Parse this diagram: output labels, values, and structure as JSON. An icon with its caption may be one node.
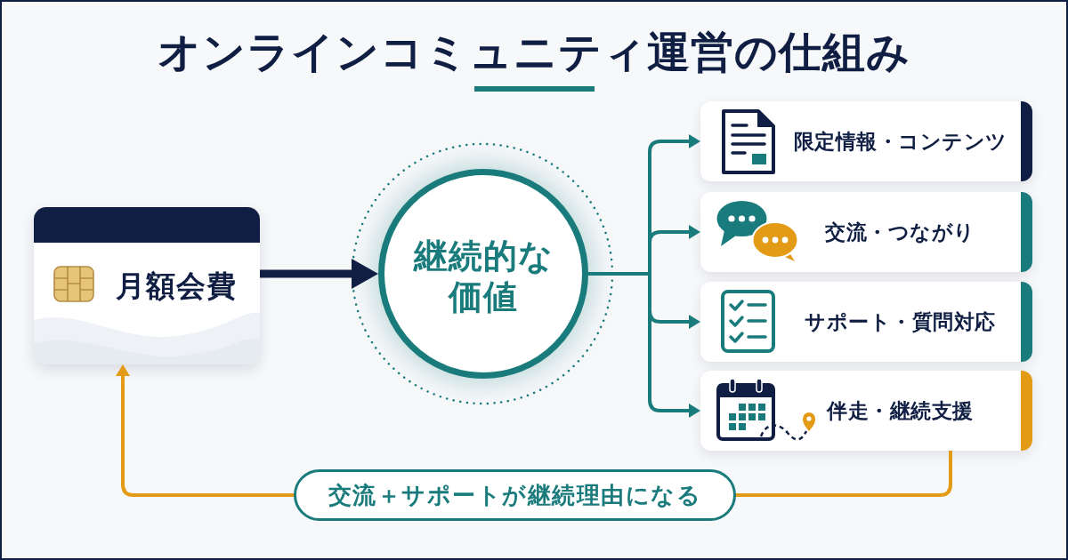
{
  "diagram": {
    "title": "オンラインコミュニティ運営の仕組み",
    "nodes": [
      {
        "text": [
          "月額会費"
        ]
      },
      {
        "text": [
          "継続的な価値"
        ]
      },
      {
        "text": [
          "限定情報・コンテンツ"
        ]
      },
      {
        "text": [
          "交流・つながり"
        ]
      },
      {
        "text": [
          "サポート・質問対応"
        ]
      },
      {
        "text": [
          "伴走・継続支援"
        ]
      }
    ],
    "edges": [
      {
        "from": 0,
        "to": 1,
        "arrow": "to",
        "style": "thick",
        "color": "#0f1e42"
      },
      {
        "from": 1,
        "to": 2,
        "arrow": "to"
      },
      {
        "from": 1,
        "to": 3,
        "arrow": "to"
      },
      {
        "from": 1,
        "to": 4,
        "arrow": "to"
      },
      {
        "from": 1,
        "to": 5,
        "arrow": "to"
      },
      {
        "from": 5,
        "to": 0,
        "arrow": "to",
        "label": "交流＋サポートが継続理由になる",
        "color": "#e39b16"
      }
    ]
  }
}
